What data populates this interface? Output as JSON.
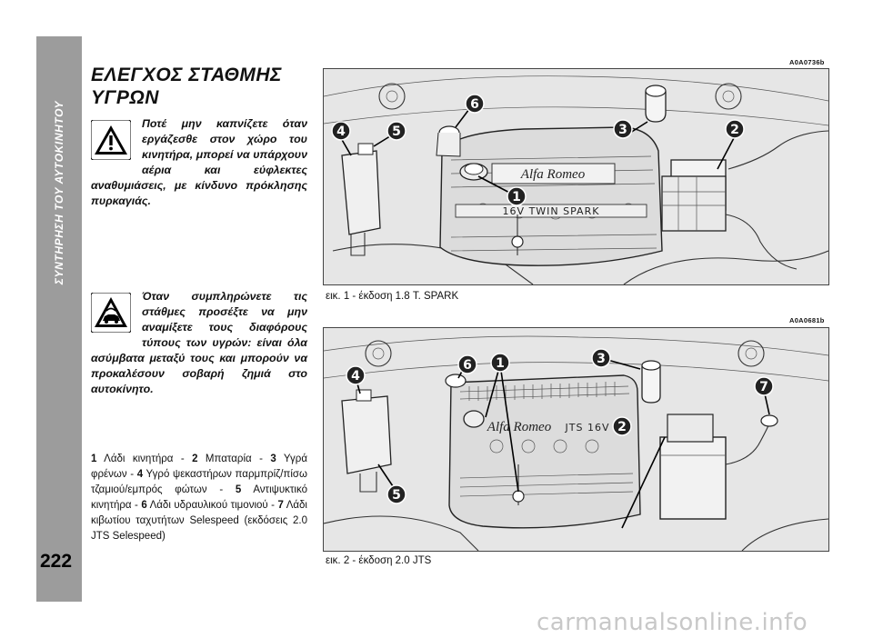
{
  "sidebar": {
    "section_title": "ΣΥΝΤΗΡΗΣΗ ΤΟΥ ΑΥΤΟΚΙΝΗΤΟΥ"
  },
  "page": {
    "number": "222"
  },
  "section": {
    "title_line1": "ΕΛΕΓΧΟΣ ΣΤΑΘΜΗΣ",
    "title_line2": "ΥΓΡΩΝ"
  },
  "warnings": [
    {
      "icon": "warning-triangle-icon",
      "text": "Ποτέ μην καπνίζετε όταν εργάζεσθε στον χώρο του κινητήρα, μπορεί να υπάρχουν αέρια και εύφλεκτες αναθυμιάσεις, με κίνδυνο πρόκλησης πυρκαγιάς."
    },
    {
      "icon": "car-fluid-caution-icon",
      "text": "Όταν συμπληρώνετε τις στάθμες προσέξτε να μην αναμίξετε τους διαφόρους τύπους των υγρών: είναι όλα ασύμβατα μεταξύ τους και μπορούν να προκαλέσουν σοβαρή ζημιά στο αυτοκίνητο."
    }
  ],
  "legend": [
    {
      "num": "1",
      "text": " Λάδι κινητήρα - "
    },
    {
      "num": "2",
      "text": " Μπαταρία - "
    },
    {
      "num": "3",
      "text": " Υγρά φρένων - "
    },
    {
      "num": "4",
      "text": " Υγρό ψεκαστήρων παρμπρίζ/πίσω τζαμιού/εμπρός φώτων - "
    },
    {
      "num": "5",
      "text": " Αντιψυκτικό κινητήρα - "
    },
    {
      "num": "6",
      "text": " Λάδι υδραυλικού τιμονιού - "
    },
    {
      "num": "7",
      "text": " Λάδι κιβωτίου ταχυτήτων Selespeed (εκδόσεις 2.0 JTS Selespeed)"
    }
  ],
  "figures": [
    {
      "code": "A0A0736b",
      "caption": "εικ. 1 - έκδοση 1.8 T. SPARK",
      "engine_brand": "Alfa Romeo",
      "engine_label": "16V   TWIN  SPARK",
      "callouts": [
        "1",
        "2",
        "3",
        "4",
        "5",
        "6"
      ]
    },
    {
      "code": "A0A0681b",
      "caption": "εικ. 2 - έκδοση 2.0 JTS",
      "engine_brand": "Alfa Romeo",
      "engine_label": "JTS 16V",
      "callouts": [
        "1",
        "2",
        "3",
        "4",
        "5",
        "6",
        "7"
      ]
    }
  ],
  "watermark": "carmanualsonline.info"
}
